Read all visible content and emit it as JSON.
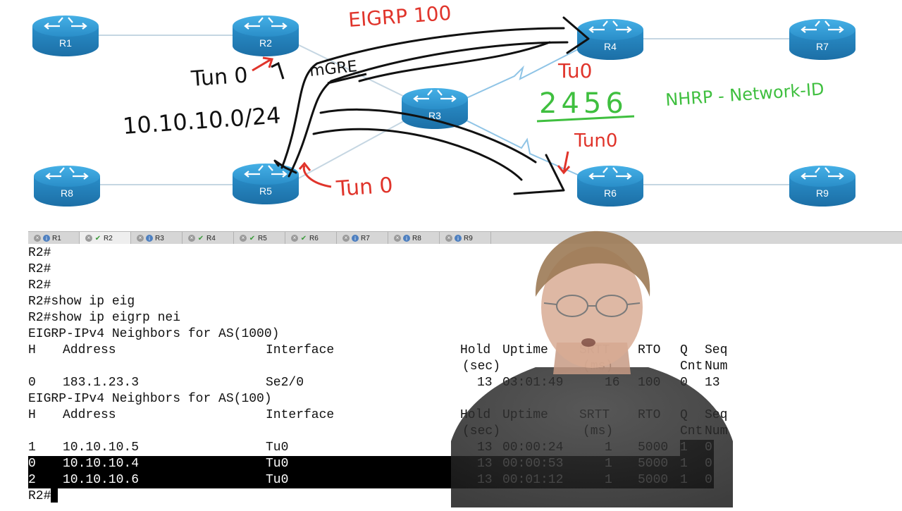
{
  "diagram": {
    "routers": [
      {
        "id": "r1",
        "label": "R1"
      },
      {
        "id": "r2",
        "label": "R2"
      },
      {
        "id": "r3",
        "label": "R3"
      },
      {
        "id": "r4",
        "label": "R4"
      },
      {
        "id": "r5",
        "label": "R5"
      },
      {
        "id": "r6",
        "label": "R6"
      },
      {
        "id": "r7",
        "label": "R7"
      },
      {
        "id": "r8",
        "label": "R8"
      },
      {
        "id": "r9",
        "label": "R9"
      }
    ],
    "annotations": {
      "eigrp100": "EIGRP 100",
      "tu0_r2": "Tun 0",
      "mgre": "mGRE",
      "subnet": "10.10.10.0/24",
      "tu0_r5": "Tun 0",
      "tu0_r4": "Tu0",
      "tun0_r6": "Tun0",
      "netid_value": "2456",
      "nhrp_label": "NHRP - Network-ID"
    },
    "colors": {
      "red": "#e0342b",
      "green": "#3fbf3f",
      "black": "#111111",
      "router": "#2f9ad3"
    }
  },
  "tabs": [
    {
      "label": "R1",
      "status": "info"
    },
    {
      "label": "R2",
      "status": "ok"
    },
    {
      "label": "R3",
      "status": "info"
    },
    {
      "label": "R4",
      "status": "ok"
    },
    {
      "label": "R5",
      "status": "ok"
    },
    {
      "label": "R6",
      "status": "ok"
    },
    {
      "label": "R7",
      "status": "info"
    },
    {
      "label": "R8",
      "status": "info"
    },
    {
      "label": "R9",
      "status": "info"
    }
  ],
  "terminal": {
    "prompt_lines": [
      "R2#",
      "R2#",
      "R2#",
      "R2#show ip eig",
      "R2#show ip eigrp nei"
    ],
    "table1": {
      "title": "EIGRP-IPv4 Neighbors for AS(1000)",
      "header1": {
        "h": "H",
        "address": "Address",
        "interface": "Interface",
        "hold": "Hold",
        "uptime": "Uptime",
        "srtt": "SRTT",
        "rto": "RTO",
        "q": "Q",
        "seq": "Seq"
      },
      "header2": {
        "hold": "(sec)",
        "srtt": "(ms)",
        "q": "Cnt",
        "seq": "Num"
      },
      "rows": [
        {
          "h": "0",
          "address": "183.1.23.3",
          "interface": "Se2/0",
          "hold": "13",
          "uptime": "03:01:49",
          "srtt": "16",
          "rto": "100",
          "q": "0",
          "seq": "13"
        }
      ]
    },
    "table2": {
      "title": "EIGRP-IPv4 Neighbors for AS(100)",
      "header1": {
        "h": "H",
        "address": "Address",
        "interface": "Interface",
        "hold": "Hold",
        "uptime": "Uptime",
        "srtt": "SRTT",
        "rto": "RTO",
        "q": "Q",
        "seq": "Seq"
      },
      "header2": {
        "hold": "(sec)",
        "srtt": "(ms)",
        "q": "Cnt",
        "seq": "Num"
      },
      "rows": [
        {
          "h": "1",
          "address": "10.10.10.5",
          "interface": "Tu0",
          "hold": "13",
          "uptime": "00:00:24",
          "srtt": "1",
          "rto": "5000",
          "q": "1",
          "seq": "0"
        },
        {
          "h": "0",
          "address": "10.10.10.4",
          "interface": "Tu0",
          "hold": "13",
          "uptime": "00:00:53",
          "srtt": "1",
          "rto": "5000",
          "q": "1",
          "seq": "0"
        },
        {
          "h": "2",
          "address": "10.10.10.6",
          "interface": "Tu0",
          "hold": "13",
          "uptime": "00:01:12",
          "srtt": "1",
          "rto": "5000",
          "q": "1",
          "seq": "0"
        }
      ]
    },
    "final_prompt": "R2#"
  }
}
